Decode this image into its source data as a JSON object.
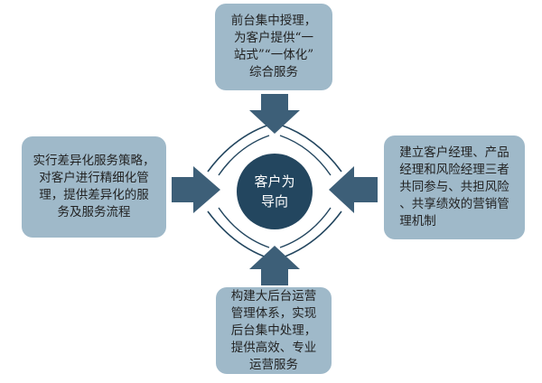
{
  "center": {
    "label": "客户为\n导向"
  },
  "boxes": {
    "top": "前台集中授理，\n为客户提供“一\n站式”“一体化”\n综合服务",
    "left": "实行差异化服务策略，\n对客户进行精细化管\n理，提供差异化的服\n务及服务流程",
    "right": "建立客户经理、产品\n经理和风险经理三者\n共同参与、共担风险\n、共享绩效的营销管\n理机制",
    "bottom": "构建大后台运营\n管理体系，实现\n后台集中处理，\n提供高效、专业\n运营服务"
  },
  "colors": {
    "box_fill": "#9fb9c9",
    "center_fill": "#23465f",
    "arrow_fill": "#3d5f78",
    "frame_stroke": "#23465f"
  }
}
